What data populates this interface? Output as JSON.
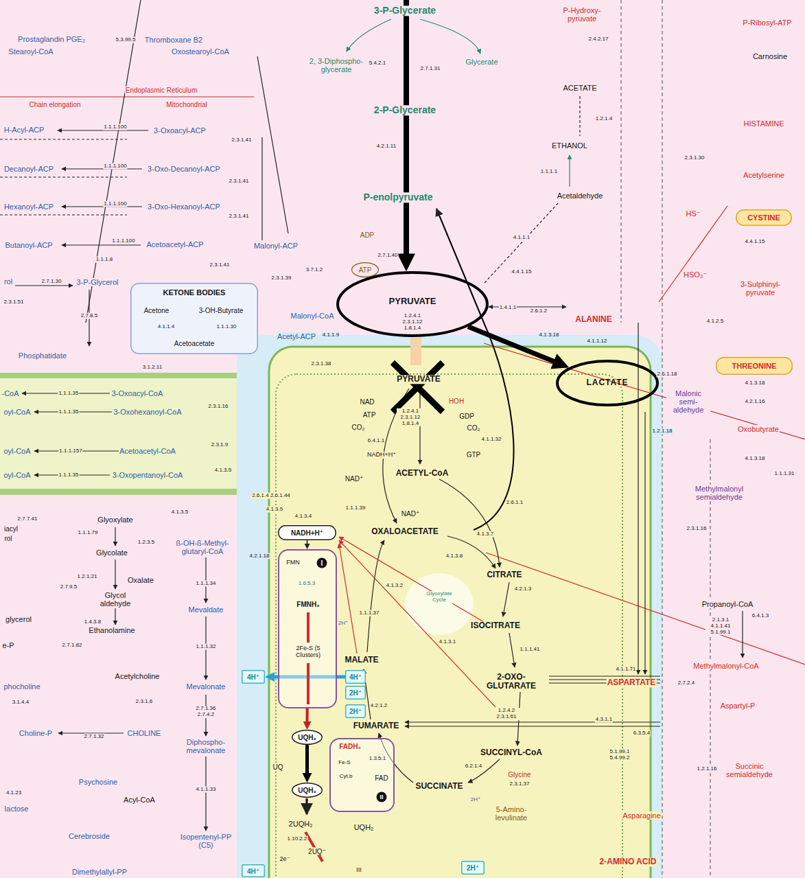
{
  "diagram": {
    "nodes": [
      {
        "text": [
          "PYRUVATE",
          "1.2.4.1 2.3.1.12 1.8.1.4"
        ]
      },
      {
        "text": [
          "LACTATE"
        ]
      },
      {
        "text": [
          "KETONE BODIES",
          "Acetone",
          "3-OH-Butyrate",
          "4.1.1.4",
          "1.1.1.30",
          "Acetoacetate"
        ]
      },
      {
        "text": [
          "ATP"
        ]
      },
      {
        "text": [
          "CYSTINE"
        ]
      },
      {
        "text": [
          "THREONINE"
        ]
      },
      {
        "text": [
          "NADH+H⁺"
        ]
      },
      {
        "text": [
          "FMN",
          "I",
          "FMNH₂",
          "2Fe-S (5 Clusters)",
          "1.6.5.3"
        ]
      },
      {
        "text": [
          "UQH₂"
        ]
      },
      {
        "text": [
          "UQH₂"
        ]
      },
      {
        "text": [
          "FADH₂",
          "Fe-S",
          "Cyt.b",
          "1.3.5.1",
          "FAD",
          "II"
        ]
      },
      {
        "text": [
          "4H⁺"
        ]
      },
      {
        "text": [
          "4H⁺"
        ]
      },
      {
        "text": [
          "2H⁺"
        ]
      },
      {
        "text": [
          "2H⁺"
        ]
      },
      {
        "text": [
          "4H⁺"
        ]
      },
      {
        "text": [
          "2H⁺"
        ]
      }
    ],
    "edges": [
      {
        "from": 0,
        "to": 1,
        "arrow": "to"
      },
      {
        "from": 6,
        "to": 7,
        "arrow": "to"
      },
      {
        "from": 7,
        "to": 8,
        "arrow": "to"
      },
      {
        "from": 8,
        "to": 9,
        "arrow": "to"
      },
      {
        "from": 12,
        "to": 11,
        "arrow": "to"
      }
    ],
    "labels": [
      "Prostaglandin PGE₂",
      "5.3.99.5",
      "Thromboxane B2",
      "Stearoyl-CoA",
      "Oxostearoyl-CoA",
      "Endoplasmic Reticulum",
      "Chain elongation",
      "Mitochondrial",
      "H-Acyl-ACP",
      "1.1.1.100",
      "3-Oxoacyl-ACP",
      "2.3.1.41",
      "Decanoyl-ACP",
      "1.1.1.100",
      "3-Oxo-Decanoyl-ACP",
      "2.3.1.41",
      "Hexanoyl-ACP",
      "1.1.1.100",
      "3-Oxo-Hexanoyl-ACP",
      "2.3.1.41",
      "Butanoyl-ACP",
      "1.1.1.100",
      "Acetoacetyl-ACP",
      "Malonyl-ACP",
      "1.1.1.8",
      "2.3.1.41",
      "rol",
      "2.7.1.30",
      "3-P-Glycerol",
      "2.3.1.51",
      "2.7.8.5",
      "Phosphatidate",
      "3.1.2.11",
      "2.3.1.39",
      "3.7.1.2",
      "Malonyl-CoA",
      "Acetyl-ACP",
      "4.1.1.9",
      "2.3.1.38",
      "3-P-Glycerate",
      "2, 3-Diphospho-glycerate",
      "5.4.2.1",
      "2.7.1.31",
      "Glycerate",
      "2-P-Glycerate",
      "4.2.1.11",
      "P-enolpyruvate",
      "ADP",
      "2.7.1.40",
      "P-Hydroxy-pyruvate",
      "2.4.2.17",
      "P-Ribosyl-ATP",
      "Carnosine",
      "HISTAMINE",
      "ACETATE",
      "1.2.1.4",
      "ETHANOL",
      "1.1.1.1",
      "Acetaldehyde",
      "4.1.1.1",
      "4.4.1.15",
      "2.3.1.30",
      "Acetylserine",
      "HS⁻",
      "4.4.1.15",
      "HSO₃⁻",
      "3-Sulphinyl-pyruvate",
      "4.1.2.5",
      "1.4.1.1",
      "2.6.1.2",
      "ALANINE",
      "4.1.1.12",
      "4.1.3.18",
      "2.6.1.18",
      "Malonic semi-aldehyde",
      "4.1.3.18",
      "4.2.1.16",
      "Oxobutyrate",
      "1.2.1.18",
      "4.1.3.18",
      "1.1.1.31",
      "Methylmalonyl semialdehyde",
      "2.3.1.16",
      "Propanoyl-CoA",
      "2.1.3.1 4.1.1.41 5.1.99.1",
      "6.4.1.3",
      "Methylmalonyl-CoA",
      "4.1.1.71",
      "ASPARTATE",
      "2.7.2.4",
      "Aspartyl-P",
      "4.3.1.1",
      "6.3.5.4",
      "5.1.99.1 5.4.99.2",
      "1.2.1.16",
      "Succinic semialdehyde",
      "Asparagine",
      "2-AMINO ACID",
      "PYRUVATE",
      "NAD",
      "ATP",
      "CO₂",
      "HOH",
      "GDP",
      "CO₂",
      "GTP",
      "4.1.1.32",
      "6.4.1.1",
      "1.2.4.1 2.3.1.12 1.8.1.4",
      "NADH+H⁺",
      "NAD⁺",
      "ACETYL-CoA",
      "1.1.1.39",
      "NAD⁺",
      "2.6.1.1",
      "OXALOACETATE",
      "4.1.3.7",
      "4.1.3.8",
      "CITRATE",
      "4.2.1.3",
      "4.1.3.2",
      "Glyoxylate Cycle",
      "1.1.1.37",
      "ISOCITRATE",
      "4.1.3.1",
      "1.1.1.41",
      "MALATE",
      "2-OXO-GLUTARATE",
      "4.2.1.2",
      "FUMARATE",
      "1.2.4.2 2.3.1.61",
      "SUCCINYL-CoA",
      "6.2.1.4",
      "SUCCINATE",
      "Glycine",
      "2.3.1.37",
      "5-Amino-levulinate",
      "2H⁺",
      "2H⁺",
      "UQ",
      "2UQH₂",
      "UQH₂",
      "1.10.2.2",
      "2UQ⁻",
      "2e⁻",
      "III",
      "Glyoxylate",
      "2.7.7.41",
      "iacyl",
      "rol",
      "1.1.1.79",
      "1.2.3.5",
      "Glycolate",
      "1.2.1.21",
      "Oxalate",
      "2.7.9.5",
      "Glycol aldehyde",
      "glycerol",
      "1.4.3.8",
      "Ethanolamine",
      "e-P",
      "2.7.1.82",
      "Acetylcholine",
      "phocholine",
      "3.1.4.4",
      "2.3.1.6",
      "Choline-P",
      "2.7.1.32",
      "CHOLINE",
      "Psychosine",
      "4.1.23",
      "Acyl-CoA",
      "lactose",
      "Cerebroside",
      "Dimethylallyl-PP",
      "4.1.3.5",
      "ß-OH-ß-Methyl-glutaryl-CoA",
      "1.1.1.34",
      "Mevaldate",
      "1.1.1.32",
      "Mevalonate",
      "2.7.1.36 2.7.4.2",
      "Diphospho-mevalonate",
      "4.1.1.33",
      "Isopentenyl-PP (C5)",
      "-CoA",
      "1.1.1.35",
      "3-Oxoacyl-CoA",
      "oyl-CoA",
      "1.1.1.35",
      "3-Oxohexanoyl-CoA",
      "oyl-CoA",
      "1.1.1.157",
      "Acetoacetyl-CoA",
      "oyl-CoA",
      "1.1.1.35",
      "3-Oxopentanoyl-CoA",
      "2.3.1.16",
      "2.3.1.9",
      "4.1.3.5",
      "2.6.1.4 2.6.1.44",
      "4.1.3.5",
      "4.1.3.4",
      "4.2.1.18"
    ]
  }
}
